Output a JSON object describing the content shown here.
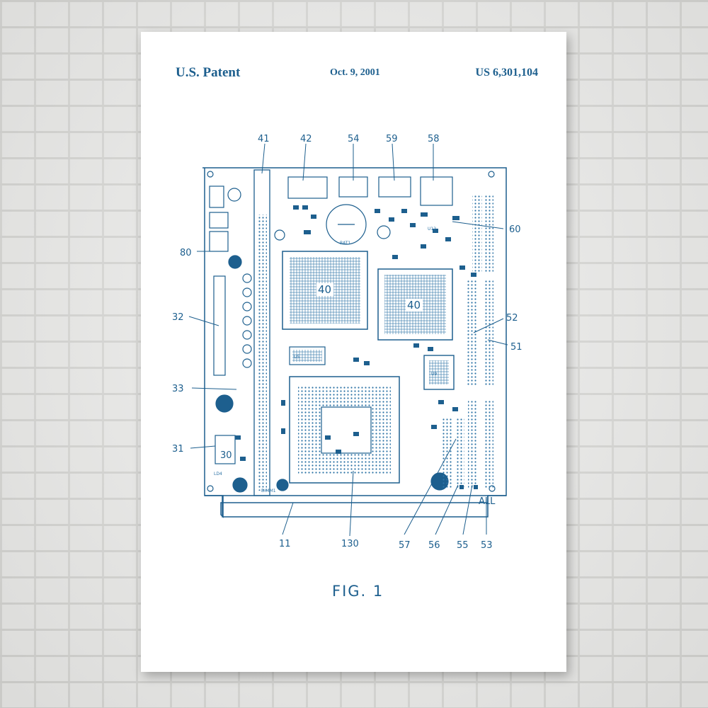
{
  "header": {
    "left": "U.S. Patent",
    "date": "Oct. 9, 2001",
    "number": "US 6,301,104"
  },
  "figure": {
    "caption": "FIG. 1",
    "reference_numerals": {
      "n41": "41",
      "n42": "42",
      "n54": "54",
      "n59": "59",
      "n58": "58",
      "n60": "60",
      "n80": "80",
      "n32": "32",
      "n52": "52",
      "n51": "51",
      "n33": "33",
      "n31": "31",
      "n30": "30",
      "n11": "11",
      "n130": "130",
      "n57": "57",
      "n56": "56",
      "n55": "55",
      "n53": "53"
    },
    "chip_labels": {
      "chip_a": "40",
      "chip_b": "40"
    },
    "board_text": {
      "batt": "BAT1",
      "dimm": "DIMM1",
      "u5": "U5",
      "all": "ALL",
      "led": "LD4",
      "u9": "U9",
      "u12": "U12"
    }
  },
  "colors": {
    "ink": "#1d5f8e",
    "paper": "#ffffff"
  }
}
